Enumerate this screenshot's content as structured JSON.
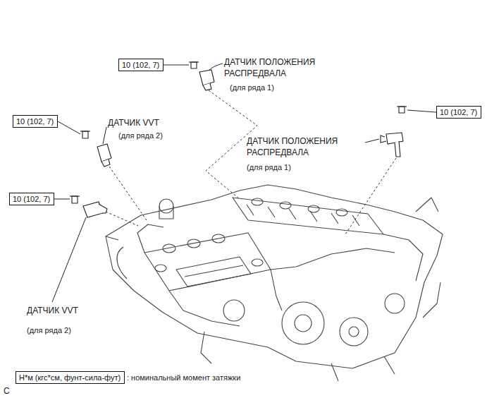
{
  "diagram": {
    "nodes": [
      {
        "text": [
          "10 (102, 7)"
        ]
      },
      {
        "text": [
          "10 (102, 7)"
        ]
      },
      {
        "text": [
          "10 (102, 7)"
        ]
      },
      {
        "text": [
          "10 (102, 7)"
        ]
      },
      {
        "text": [
          "Н*м (кгс*см, фунт-сила-фут)"
        ]
      }
    ],
    "labels": [
      "ДАТЧИК ПОЛОЖЕНИЯ РАСПРЕДВАЛА",
      "(для ряда 1)",
      "ДАТЧИК VVT",
      "(для ряда 2)",
      "ДАТЧИК ПОЛОЖЕНИЯ РАСПРЕДВАЛА",
      "(для ряда 1)",
      "ДАТЧИК VVT",
      "(для ряда 2)",
      ": номинальный момент затяжки",
      "C"
    ]
  }
}
